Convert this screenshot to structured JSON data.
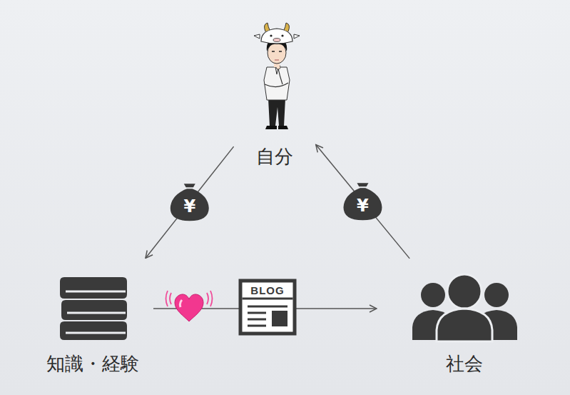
{
  "diagram": {
    "nodes": [
      {
        "text": [
          "自分"
        ]
      },
      {
        "text": [
          "知識・経験"
        ]
      },
      {
        "text": [
          "社会"
        ]
      }
    ],
    "edges": [
      {
        "from": 0,
        "to": 1,
        "arrow": "to"
      },
      {
        "from": 1,
        "to": 2,
        "arrow": "to"
      },
      {
        "from": 2,
        "to": 0,
        "arrow": "to"
      }
    ],
    "labels": [
      "¥",
      "¥",
      "BLOG"
    ]
  }
}
